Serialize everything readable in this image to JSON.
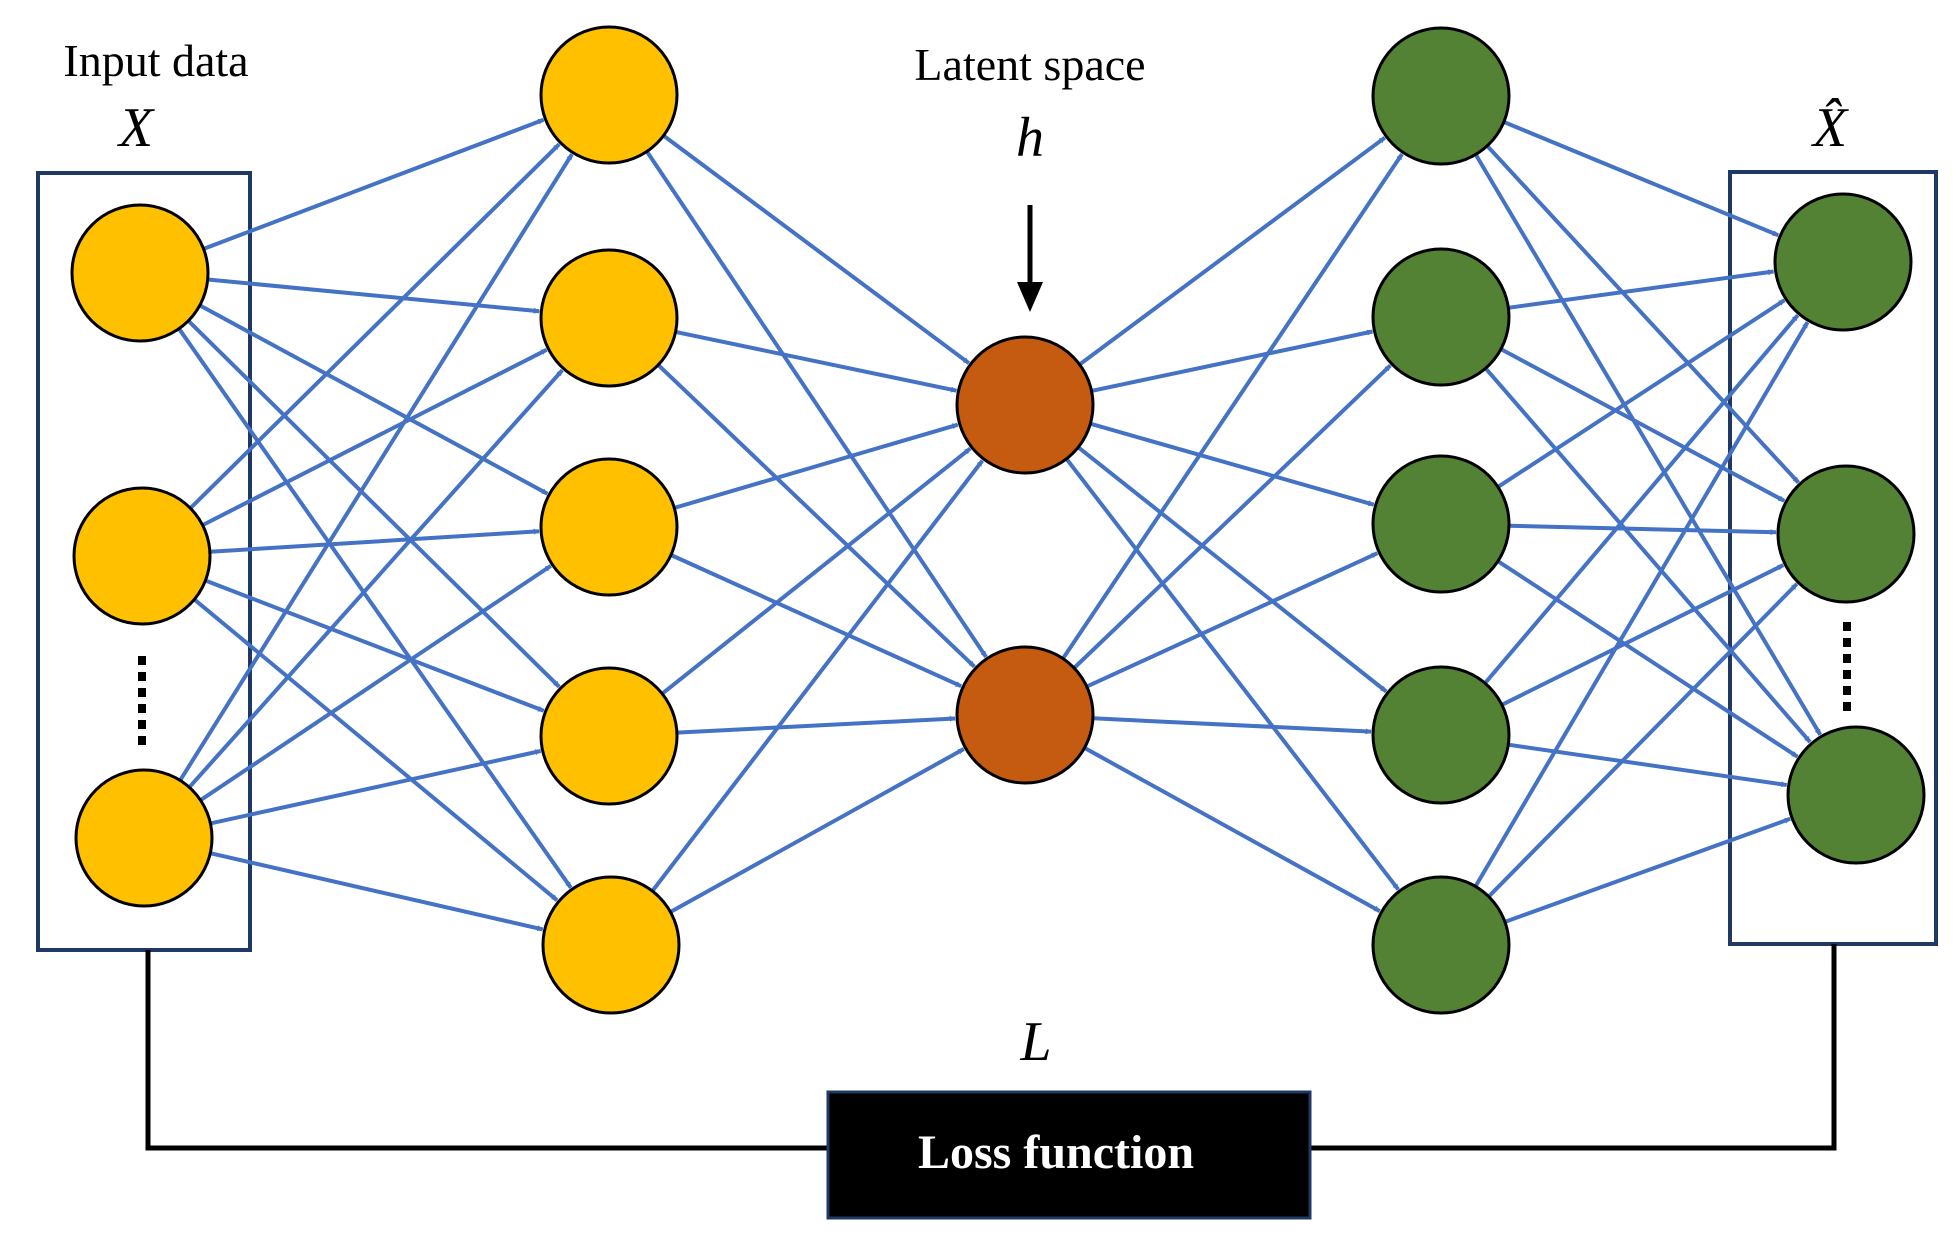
{
  "labels": {
    "input_title": "Input data",
    "input_symbol": "X",
    "latent_title": "Latent space",
    "latent_symbol": "h",
    "output_symbol": "X̂",
    "loss_symbol": "L",
    "loss_box": "Loss function"
  },
  "colors": {
    "encoder_node": "#FFC000",
    "latent_node": "#C55A11",
    "decoder_node": "#548235",
    "edge": "#4472C4",
    "box_border": "#1F3864",
    "loss_box_fill": "#000000"
  },
  "layers": [
    {
      "name": "input",
      "nodes": 3,
      "ellipsis_after": 2
    },
    {
      "name": "encoder-hidden",
      "nodes": 5
    },
    {
      "name": "latent",
      "nodes": 2
    },
    {
      "name": "decoder-hidden",
      "nodes": 5
    },
    {
      "name": "output",
      "nodes": 3,
      "ellipsis_after": 2
    }
  ]
}
